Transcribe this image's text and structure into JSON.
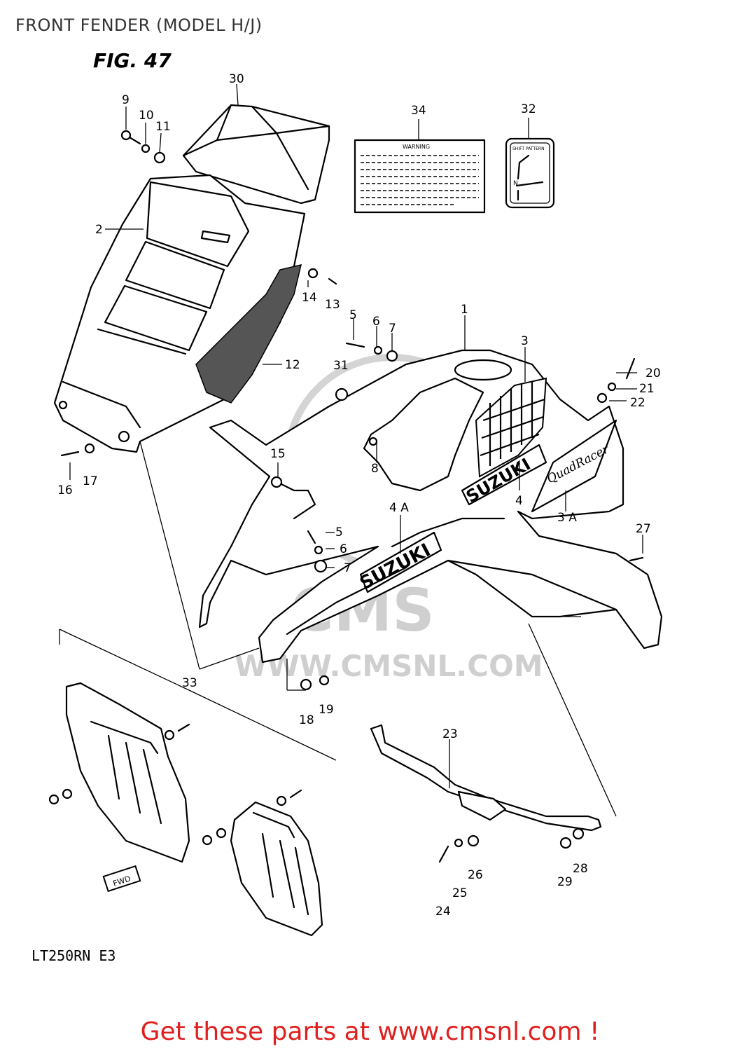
{
  "title": "FRONT FENDER (MODEL H/J)",
  "figure": "FIG. 47",
  "model_code": "LT250RN E3",
  "cta": "Get these parts at www.cmsnl.com !",
  "watermark": {
    "brand": "CMS",
    "url": "WWW.CMSNL.COM"
  },
  "decals": {
    "warning_header": "WARNING",
    "shift_header": "SHIFT PATTERN",
    "brand_text": "SUZUKI",
    "quadracer_text": "QuadRacer",
    "fwd_text": "FWD",
    "n_mark": "N"
  },
  "callouts": {
    "c1": "1",
    "c2": "2",
    "c3": "3",
    "c3a": "3 A",
    "c4": "4",
    "c4a": "4 A",
    "c5a": "5",
    "c5b": "5",
    "c6a": "6",
    "c6b": "6",
    "c7a": "7",
    "c7b": "7",
    "c8": "8",
    "c9": "9",
    "c10": "10",
    "c11": "11",
    "c12": "12",
    "c13": "13",
    "c14": "14",
    "c15": "15",
    "c16": "16",
    "c17": "17",
    "c18": "18",
    "c19": "19",
    "c20": "20",
    "c21": "21",
    "c22": "22",
    "c23": "23",
    "c24": "24",
    "c25": "25",
    "c26": "26",
    "c27": "27",
    "c28": "28",
    "c29": "29",
    "c30": "30",
    "c31": "31",
    "c32": "32",
    "c33": "33",
    "c34": "34"
  },
  "colors": {
    "cta": "#e0201e",
    "watermark": "#cfcfcf",
    "line": "#000000"
  }
}
